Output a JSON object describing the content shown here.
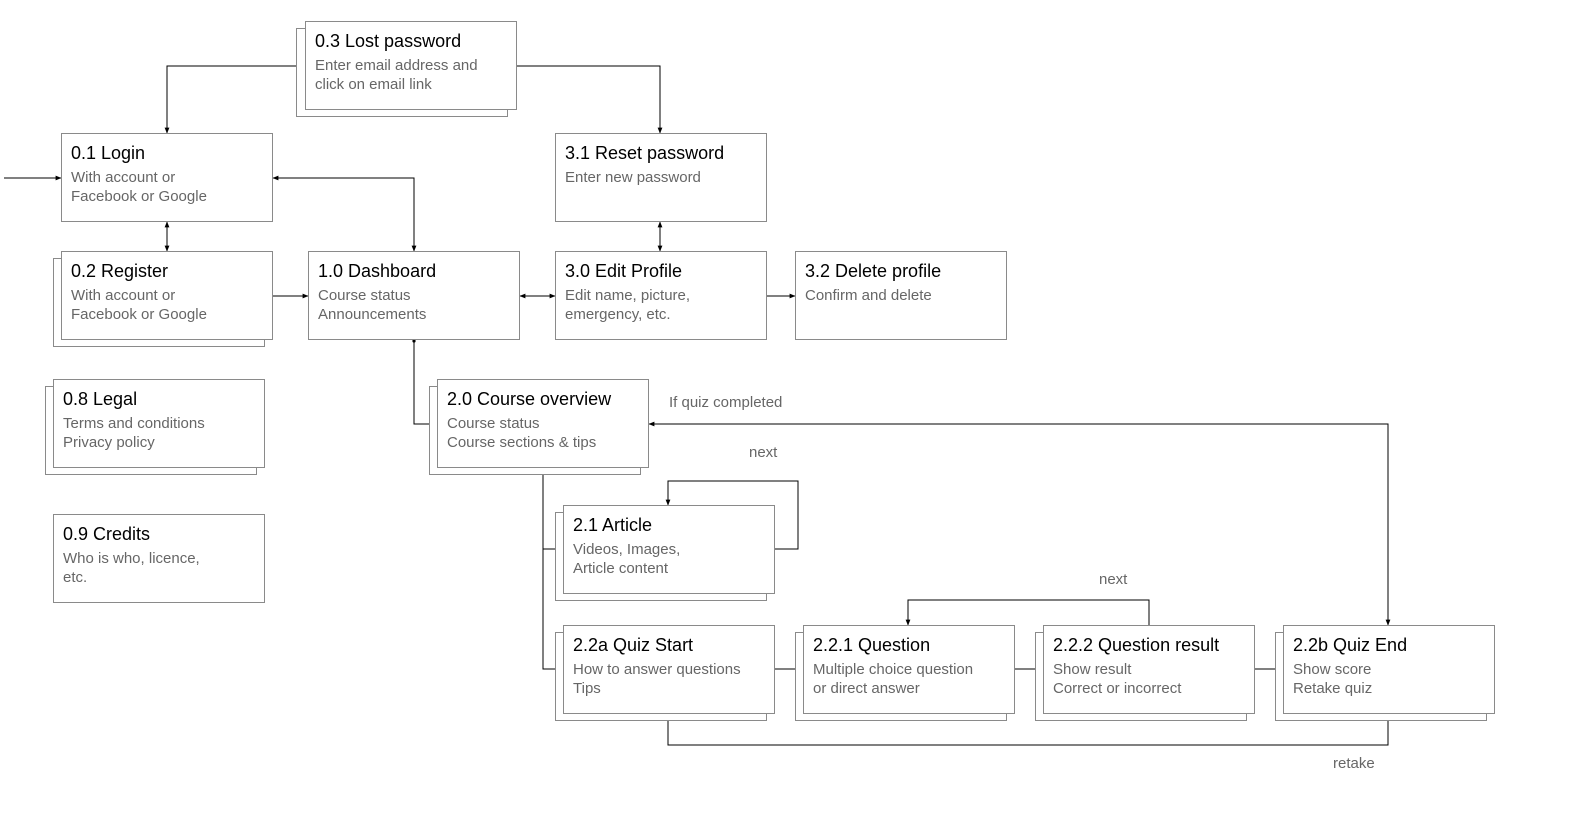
{
  "nodes": {
    "lost_password": {
      "title": "0.3 Lost password",
      "lines": [
        "Enter email address and",
        "click on email link"
      ]
    },
    "login": {
      "title": "0.1 Login",
      "lines": [
        "With account or",
        "Facebook or Google"
      ]
    },
    "reset_password": {
      "title": "3.1 Reset password",
      "lines": [
        "Enter new password"
      ]
    },
    "register": {
      "title": "0.2 Register",
      "lines": [
        "With account or",
        "Facebook or Google"
      ]
    },
    "dashboard": {
      "title": "1.0 Dashboard",
      "lines": [
        "Course status",
        "Announcements"
      ]
    },
    "edit_profile": {
      "title": "3.0 Edit Profile",
      "lines": [
        "Edit name, picture,",
        "emergency, etc."
      ]
    },
    "delete_profile": {
      "title": "3.2 Delete profile",
      "lines": [
        "Confirm and delete"
      ]
    },
    "legal": {
      "title": "0.8 Legal",
      "lines": [
        "Terms and conditions",
        "Privacy policy"
      ]
    },
    "course_overview": {
      "title": "2.0 Course overview",
      "lines": [
        "Course status",
        "Course sections & tips"
      ]
    },
    "credits": {
      "title": "0.9 Credits",
      "lines": [
        "Who is who, licence,",
        "etc."
      ]
    },
    "article": {
      "title": "2.1 Article",
      "lines": [
        "Videos, Images,",
        "Article content"
      ]
    },
    "quiz_start": {
      "title": "2.2a Quiz Start",
      "lines": [
        "How to answer questions",
        "Tips"
      ]
    },
    "question": {
      "title": "2.2.1 Question",
      "lines": [
        "Multiple choice question",
        "or direct answer"
      ]
    },
    "question_result": {
      "title": "2.2.2 Question result",
      "lines": [
        "Show result",
        "Correct or incorrect"
      ]
    },
    "quiz_end": {
      "title": "2.2b Quiz End",
      "lines": [
        "Show score",
        "Retake quiz"
      ]
    }
  },
  "edge_labels": {
    "if_quiz_completed": "If quiz completed",
    "next_article": "next",
    "next_question": "next",
    "retake": "retake"
  },
  "colors": {
    "border": "#8a8a8a",
    "line": "#000000",
    "title": "#000000",
    "text": "#666666"
  }
}
